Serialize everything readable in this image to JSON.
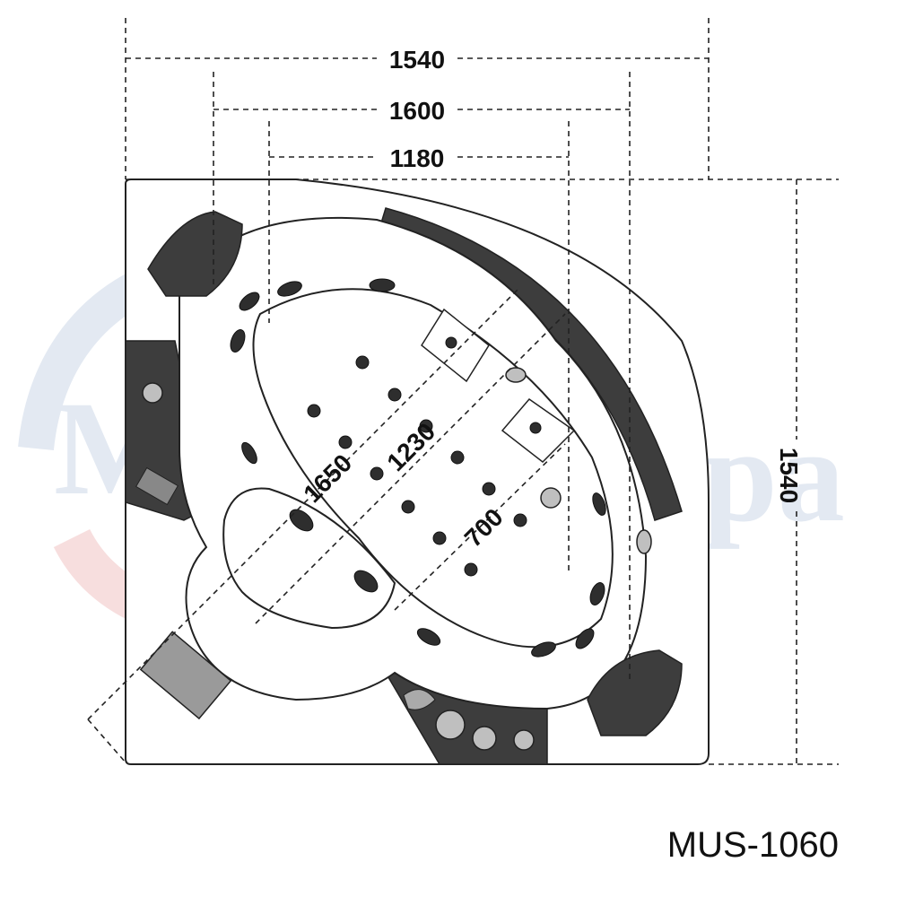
{
  "watermark": {
    "text_left": "Mazur",
    "text_right": "Spa"
  },
  "dimensions": {
    "outer_width": "1540",
    "width_1600": "1600",
    "width_1180": "1180",
    "height": "1540",
    "diag_1650": "1650",
    "diag_1230": "1230",
    "diag_700": "700"
  },
  "model_code": "MUS-1060",
  "colors": {
    "line": "#222222",
    "dark_panel": "#3d3d3d",
    "watermark_blue": "#e3e9f2",
    "watermark_red": "#f7dede"
  }
}
